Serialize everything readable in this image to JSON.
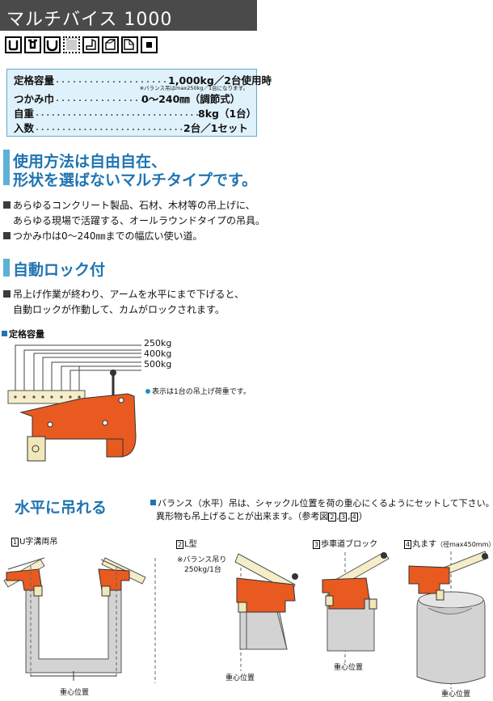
{
  "header": {
    "title": "マルチバイス 1000"
  },
  "icons": [
    "u-channel-icon",
    "u-channel-lug-icon",
    "u-channel-round-icon",
    "concrete-block-icon",
    "l-shape-icon",
    "step-block-icon",
    "square-block-icon"
  ],
  "specs": [
    {
      "label": "定格容量",
      "dots": "・・・・・・・・・・・・・・・・・・・・",
      "value": "1,000kg／2台使用時"
    },
    {
      "label": "つかみ巾",
      "dots": "・・・・・・・・・・・・・・・・・・",
      "value": "0～240㎜（調節式）"
    },
    {
      "label": "自重",
      "dots": "・・・・・・・・・・・・・・・・・・・・・・・・・・・・・・・",
      "value": "8kg（1台）"
    },
    {
      "label": "入数",
      "dots": "・・・・・・・・・・・・・・・・・・・・・・・・・・・・",
      "value": "2台／1セット"
    }
  ],
  "spec_note": "※バランス吊はmax250kg／1台になります。",
  "section1": {
    "heading_line1": "使用方法は自由自在、",
    "heading_line2": "形状を選ばないマルチタイプです。",
    "bullet1_line1": "あらゆるコンクリート製品、石材、木材等の吊上げに、",
    "bullet1_line2": "あらゆる現場で活躍する、オールラウンドタイプの吊具。",
    "bullet2": "つかみ巾は0～240㎜までの幅広い使い道。"
  },
  "section2": {
    "heading": "自動ロック付",
    "bullet_line1": "吊上げ作業が終わり、アームを水平にまで下げると、",
    "bullet_line2": "自動ロックが作動して、カムがロックされます。"
  },
  "capacity_diagram": {
    "label": "定格容量",
    "loads": [
      "250kg",
      "400kg",
      "500kg"
    ],
    "note": "表示は1台の吊上げ荷重です。"
  },
  "section3": {
    "heading": "水平に吊れる",
    "desc_line1": "バランス（水平）吊は、シャックル位置を荷の重心にくるようにセットして下さい。",
    "desc_line2": "異形物も吊上げることが出来ます。（参考図",
    "desc_refs": [
      "2",
      "3",
      "4"
    ],
    "desc_end": "）"
  },
  "examples": [
    {
      "num": "1",
      "title": "U字溝両吊",
      "sub": "",
      "center": "重心位置"
    },
    {
      "num": "2",
      "title": "L型",
      "sub1": "※バランス吊り",
      "sub2": "250kg/1台",
      "center": "重心位置"
    },
    {
      "num": "3",
      "title": "歩車道ブロック",
      "center": "重心位置"
    },
    {
      "num": "4",
      "title": "丸ます",
      "sub": "（径max450mm）",
      "center": "重心位置"
    }
  ],
  "colors": {
    "orange": "#e85a1f",
    "blue": "#1f74b2",
    "spec_bg": "#dff1fa",
    "concrete": "#d3d3d3",
    "bar": "#4a4a4a"
  }
}
